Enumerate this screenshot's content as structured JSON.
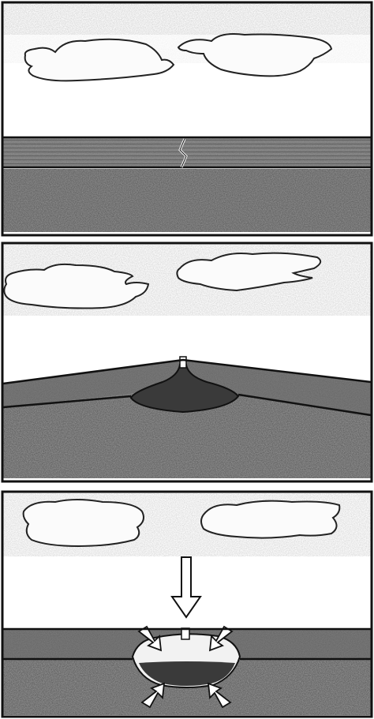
{
  "figure": {
    "background": "#ffffff",
    "ink": "#111111",
    "sky_tint": "#d8d8d8",
    "crust_tint": "#707070",
    "mantle_tint": "#5a5a5a",
    "magma_fill": "#3a3a3a",
    "panels": [
      {
        "name": "stage-1-initial-crack",
        "icons": [
          "cloud-icon",
          "cloud-icon",
          "crack-icon"
        ]
      },
      {
        "name": "stage-2-uplift-magma-chamber",
        "icons": [
          "cloud-icon",
          "cloud-icon",
          "magma-chamber-icon",
          "vent-icon"
        ]
      },
      {
        "name": "stage-3-collapse-compression",
        "icons": [
          "cloud-icon",
          "cloud-icon",
          "down-arrow-icon",
          "compression-arrow-icon"
        ]
      }
    ]
  }
}
